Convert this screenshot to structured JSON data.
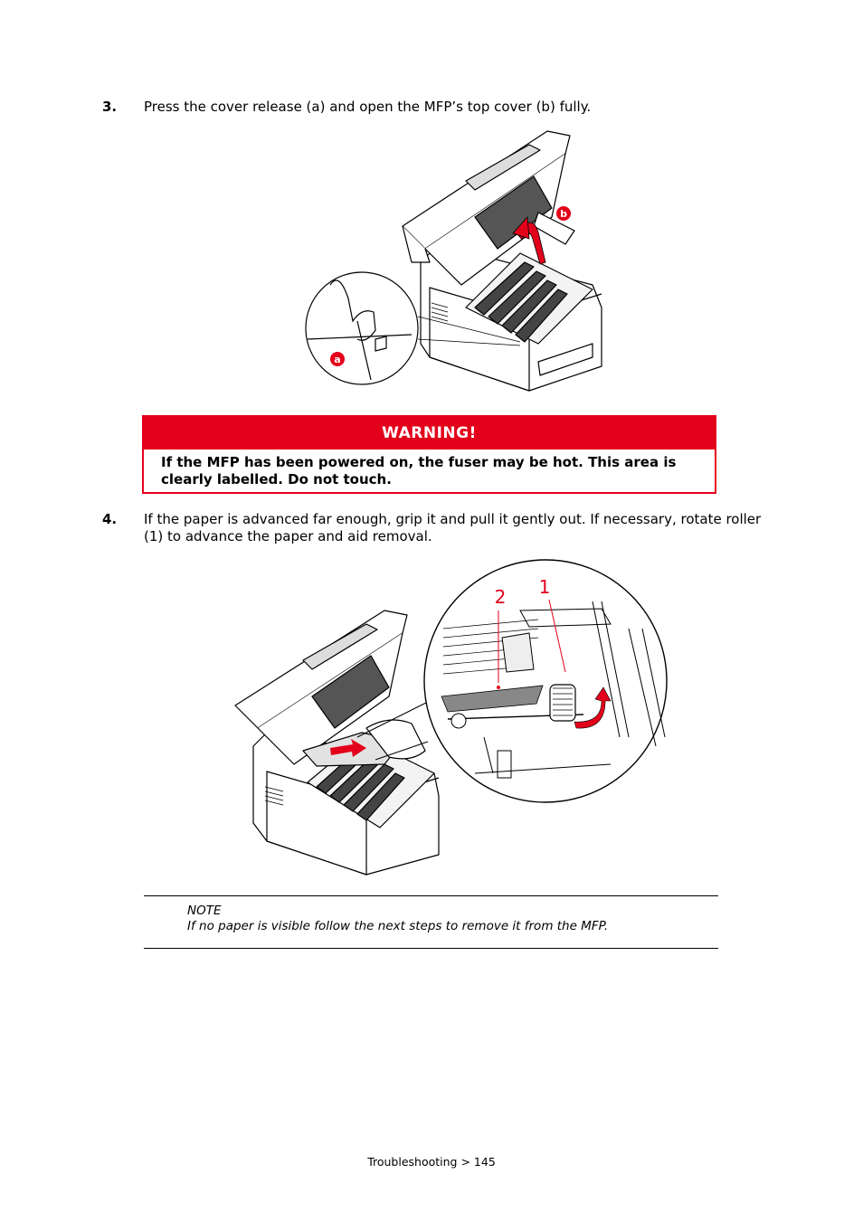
{
  "steps": [
    {
      "number": "3.",
      "text": "Press the cover release (a) and open the MFP’s top cover (b) fully."
    },
    {
      "number": "4.",
      "text": "If the paper is advanced far enough, grip it and pull it gently out. If necessary, rotate roller (1) to advance the paper and aid removal."
    }
  ],
  "warning": {
    "title": "WARNING!",
    "text": "If the MFP has been powered on, the fuser may be hot. This area is clearly labelled. Do not touch."
  },
  "figure1": {
    "label_a": "a",
    "label_b": "b"
  },
  "figure2": {
    "label_1": "1",
    "label_2": "2"
  },
  "note": {
    "title": "NOTE",
    "text": "If no paper is visible follow the next steps to remove it from the MFP."
  },
  "footer": "Troubleshooting > 145",
  "colors": {
    "accent": "#e3001b"
  }
}
